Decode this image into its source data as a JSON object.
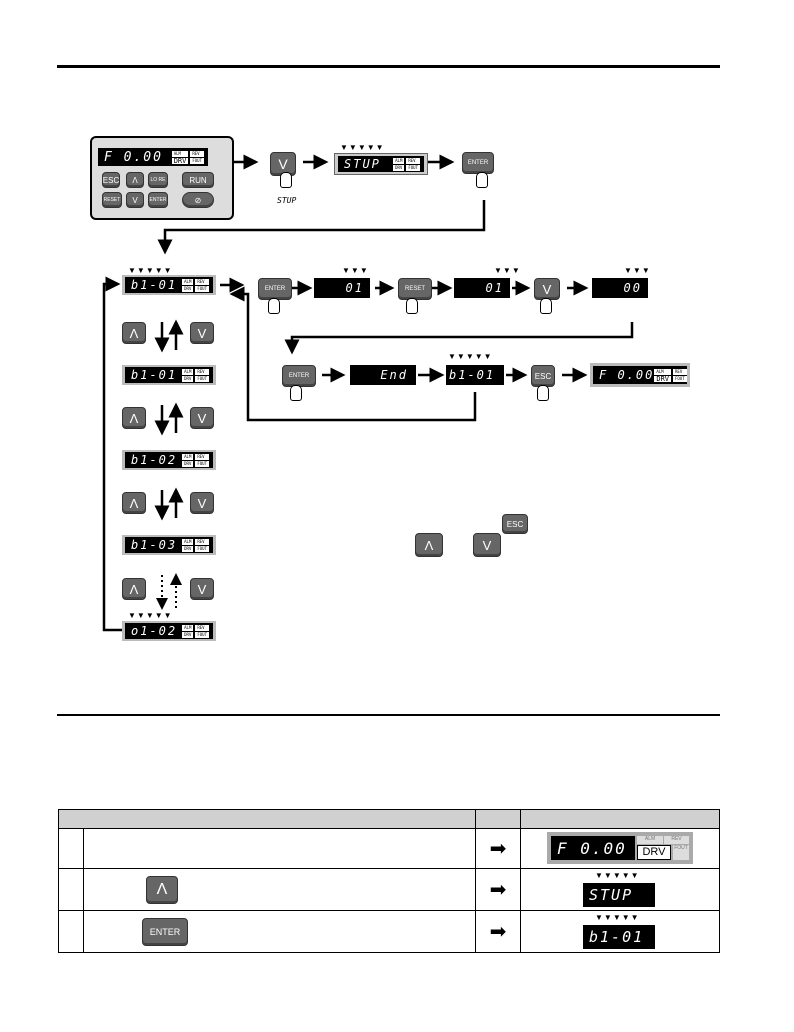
{
  "diagram": {
    "lcd_home": "F 0.00",
    "lcd_drv": "DRV",
    "lcd_setup": "STUP",
    "lcd_b101": "b1-01",
    "lcd_b102": "b1-02",
    "lcd_b103": "b1-03",
    "lcd_o102": "o1-02",
    "lcd_01a": "01",
    "lcd_01b": "01",
    "lcd_00": "00",
    "lcd_end": "End",
    "lcd_b101_again": "b1-01",
    "lcd_home2": "F 0.00",
    "setup_label": "STUP",
    "leds": [
      "ALM",
      "REV",
      "DRV",
      "FOUT"
    ],
    "keys": {
      "esc": "ESC",
      "up": "Λ",
      "down": "V",
      "run": "RUN",
      "reset": "RESET",
      "enter": "ENTER",
      "lo_re": "LO RE"
    }
  },
  "table": {
    "rows": [
      {
        "num": "",
        "lcd": "F 0.00",
        "badge": "DRV"
      },
      {
        "num": "",
        "key": "Λ",
        "lcd": "STUP"
      },
      {
        "num": "",
        "key": "ENTER",
        "lcd": "b1-01"
      }
    ]
  }
}
